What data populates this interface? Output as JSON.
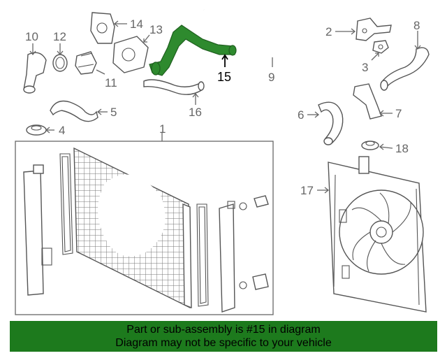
{
  "callouts": {
    "c1": "1",
    "c2": "2",
    "c3": "3",
    "c4": "4",
    "c5": "5",
    "c6": "6",
    "c7": "7",
    "c8": "8",
    "c9": "9",
    "c10": "10",
    "c11": "11",
    "c12": "12",
    "c13": "13",
    "c14": "14",
    "c15": "15",
    "c16": "16",
    "c17": "17",
    "c18": "18"
  },
  "highlight_part": "15",
  "colors": {
    "highlight": "#2e8a2e",
    "banner": "#1d7a1d"
  },
  "banner": {
    "line1": "Part or sub-assembly is #15 in diagram",
    "line2": "Diagram may not be specific to your vehicle"
  }
}
